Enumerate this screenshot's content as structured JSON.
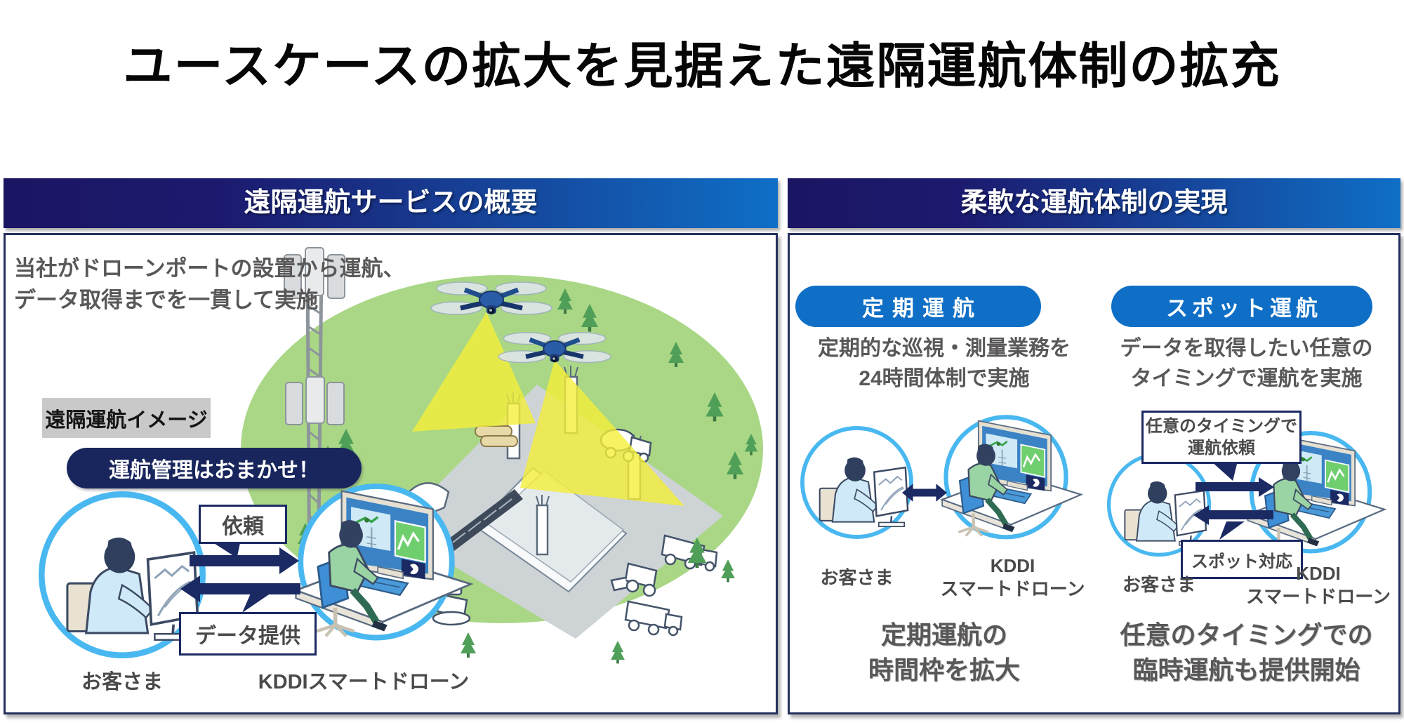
{
  "title": "ユースケースの拡大を見据えた遠隔運航体制の拡充",
  "colors": {
    "header_gradient_start": "#1b1663",
    "header_gradient_end": "#0f6fc6",
    "panel_border_navy": "#25305e",
    "arrow_navy": "#1b2a63",
    "banner_navy": "#18265d",
    "pill_blue": "#0f6fc6",
    "circle_blue": "#49b8f0",
    "scene_green": "#a9d785",
    "text_gray": "#595757"
  },
  "left_panel": {
    "header": "遠隔運航サービスの概要",
    "description_line1": "当社がドローンポートの設置から運航、",
    "description_line2": "データ取得までを一貫して実施",
    "image_label": "遠隔運航イメージ",
    "banner": "運航管理はおまかせ！",
    "request_label": "依頼",
    "provide_label": "データ提供",
    "customer_label": "お客さま",
    "operator_label": "KDDIスマートドローン"
  },
  "right_panel": {
    "header": "柔軟な運航体制の実現",
    "regular": {
      "pill": "定期運航",
      "desc_line1": "定期的な巡視・測量業務を",
      "desc_line2": "24時間体制で実施",
      "customer_label": "お客さま",
      "operator_label_line1": "KDDI",
      "operator_label_line2": "スマートドローン",
      "result_line1": "定期運航の",
      "result_line2": "時間枠を拡大"
    },
    "spot": {
      "pill": "スポット運航",
      "desc_line1": "データを取得したい任意の",
      "desc_line2": "タイミングで運航を実施",
      "request_line1": "任意のタイミングで",
      "request_line2": "運航依頼",
      "response_label": "スポット対応",
      "customer_label": "お客さま",
      "operator_label_line1": "KDDI",
      "operator_label_line2": "スマートドローン",
      "result_line1": "任意のタイミングでの",
      "result_line2": "臨時運航も提供開始"
    }
  }
}
